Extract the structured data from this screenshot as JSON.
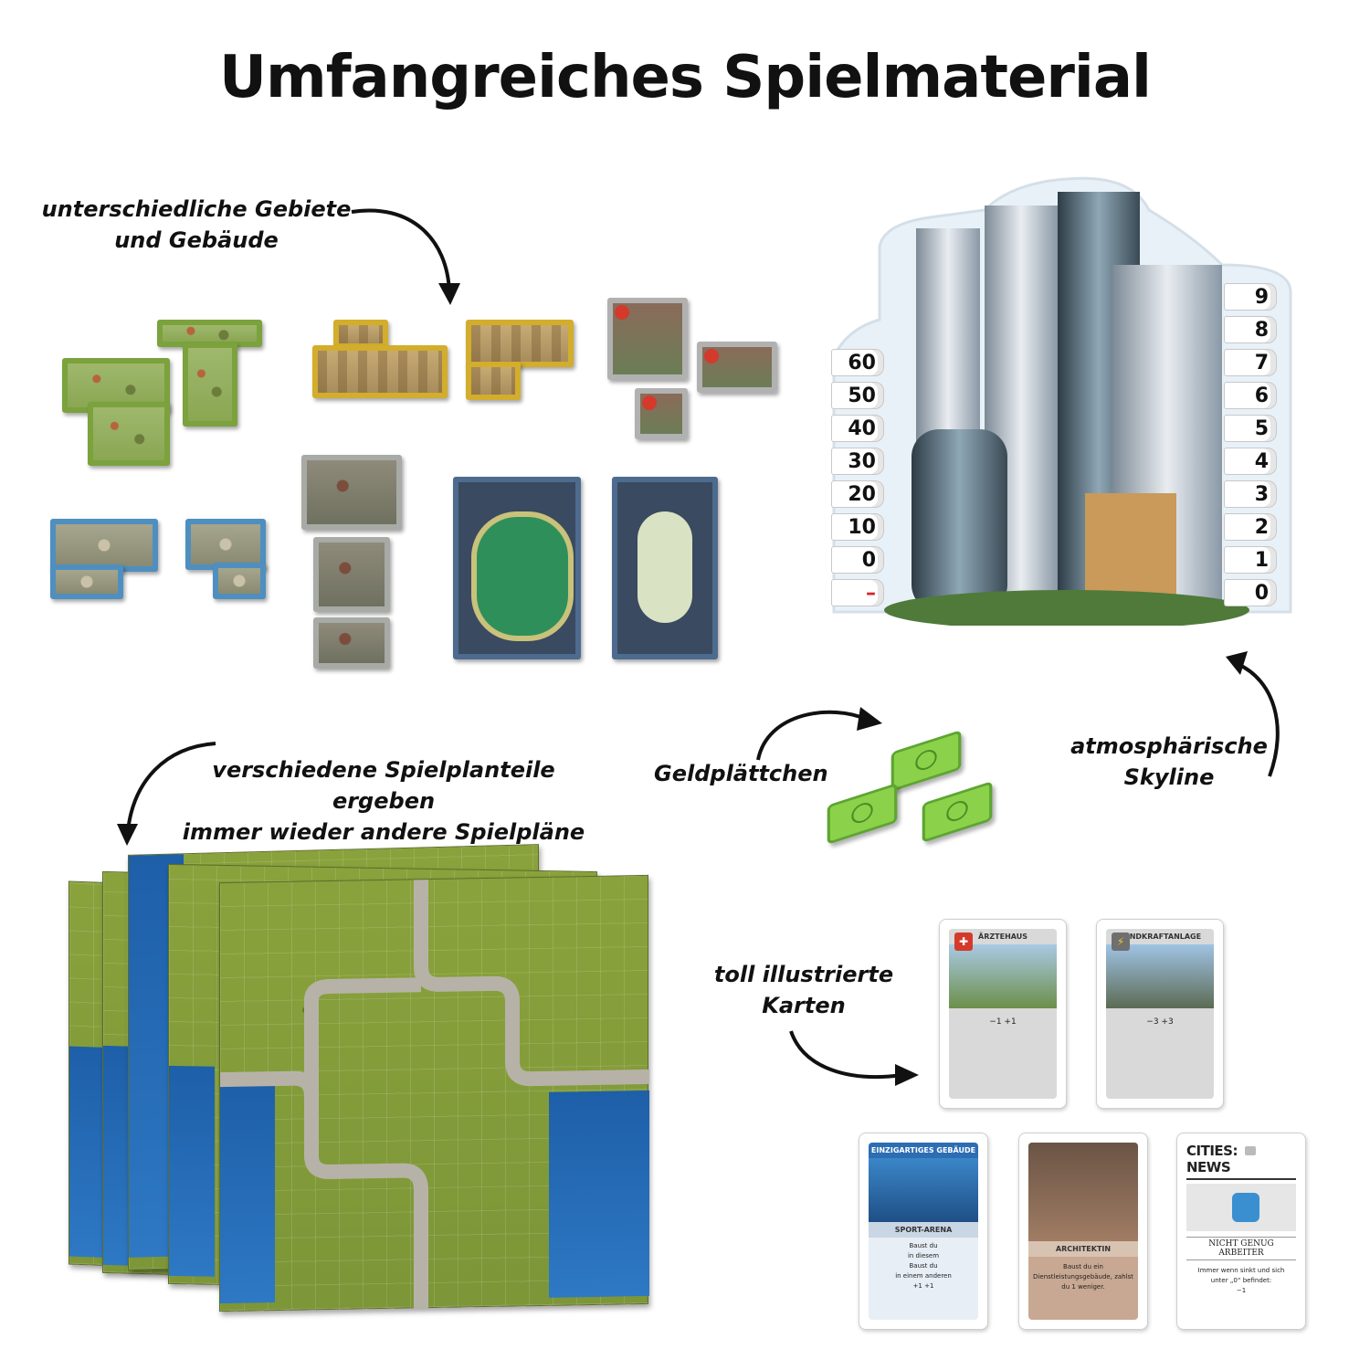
{
  "title": "Umfangreiches Spielmaterial",
  "captions": {
    "tiles": [
      "unterschiedliche Gebiete",
      "und Gebäude"
    ],
    "boards": [
      "verschiedene Spielplanteile ergeben",
      "immer wieder andere Spielpläne"
    ],
    "money": "Geldplättchen",
    "skyline": [
      "atmosphärische",
      "Skyline"
    ],
    "cards": [
      "toll illustrierte",
      "Karten"
    ]
  },
  "skyline_left_scores": [
    "60",
    "50",
    "40",
    "30",
    "20",
    "10",
    "0",
    "–"
  ],
  "skyline_right_scores": [
    "9",
    "8",
    "7",
    "6",
    "5",
    "4",
    "3",
    "2",
    "1",
    "0"
  ],
  "cards": {
    "aerztehaus": {
      "title": "ÄRZTEHAUS",
      "effect": "−1  +1"
    },
    "windkraft": {
      "title": "WINDKRAFTANLAGE",
      "effect": "−3  +3"
    },
    "sportarena": {
      "header": "EINZIGARTIGES GEBÄUDE",
      "title": "SPORT-ARENA",
      "lines": [
        "Baust du",
        "in diesem",
        "Baust du",
        "in einem anderen",
        "+1   +1"
      ]
    },
    "architektin": {
      "title": "ARCHITEKTIN",
      "lines": [
        "Baust du ein",
        "Dienstleistungsgebäude, zahlst",
        "du 1   weniger."
      ]
    },
    "news": {
      "head_left": "CITIES:",
      "head_right": "NEWS",
      "headline": "NICHT GENUG ARBEITER",
      "lines": [
        "Immer wenn   sinkt und sich",
        "unter „0“ befindet:",
        "−1"
      ]
    }
  },
  "colors": {
    "green_tile": "#9cc45c",
    "yellow_tile": "#e7c75c",
    "grey_tile": "#8a8f86",
    "blue_tile": "#8ab7d8",
    "money": "#8bd14a",
    "water": "#2e78c4",
    "score_minus": "#d3242b"
  }
}
